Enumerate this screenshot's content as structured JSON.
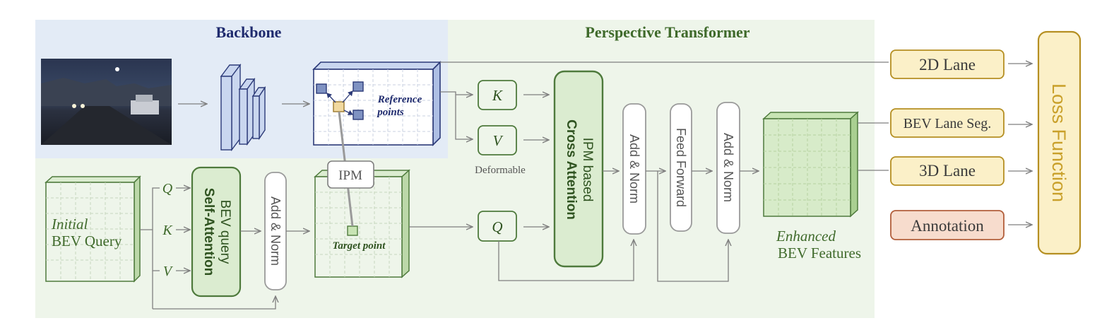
{
  "backbone": {
    "title": "Backbone"
  },
  "transformer": {
    "title": "Perspective Transformer"
  },
  "reference_points_label": [
    "Reference",
    "points"
  ],
  "target_point_label": "Target point",
  "ipm_label": "IPM",
  "initial_query_label": [
    "Initial",
    "BEV Query"
  ],
  "qkv_labels": {
    "q": "Q",
    "k": "K",
    "v": "V"
  },
  "self_attention": {
    "line1": "BEV query",
    "line2": "Self-Attention"
  },
  "add_norm_label": "Add & Norm",
  "feed_forward_label": "Feed Forward",
  "cross_attention": {
    "line1": "IPM based",
    "line2": "Cross Attention"
  },
  "deformable_label": "Deformable",
  "enhanced_label": [
    "Enhanced",
    "BEV Features"
  ],
  "outputs": {
    "lane2d": "2D Lane",
    "bev_seg": "BEV Lane Seg.",
    "lane3d": "3D Lane",
    "annotation": "Annotation"
  },
  "loss_label": "Loss Function",
  "colors": {
    "backbone_bg": "#e3ebf6",
    "transformer_bg": "#eef5ea",
    "green_border": "#4e7a3c",
    "green_fill": "#dbecd0",
    "blue_fill": "#c9d6ef",
    "blue_border": "#2c3a78",
    "output_fill": "#fbf0c8",
    "output_border": "#b58f22",
    "annotation_fill": "#f7dccd",
    "annotation_border": "#b25e3b",
    "backbone_title": "#1f2b6e",
    "transformer_title": "#3f6a2b"
  }
}
